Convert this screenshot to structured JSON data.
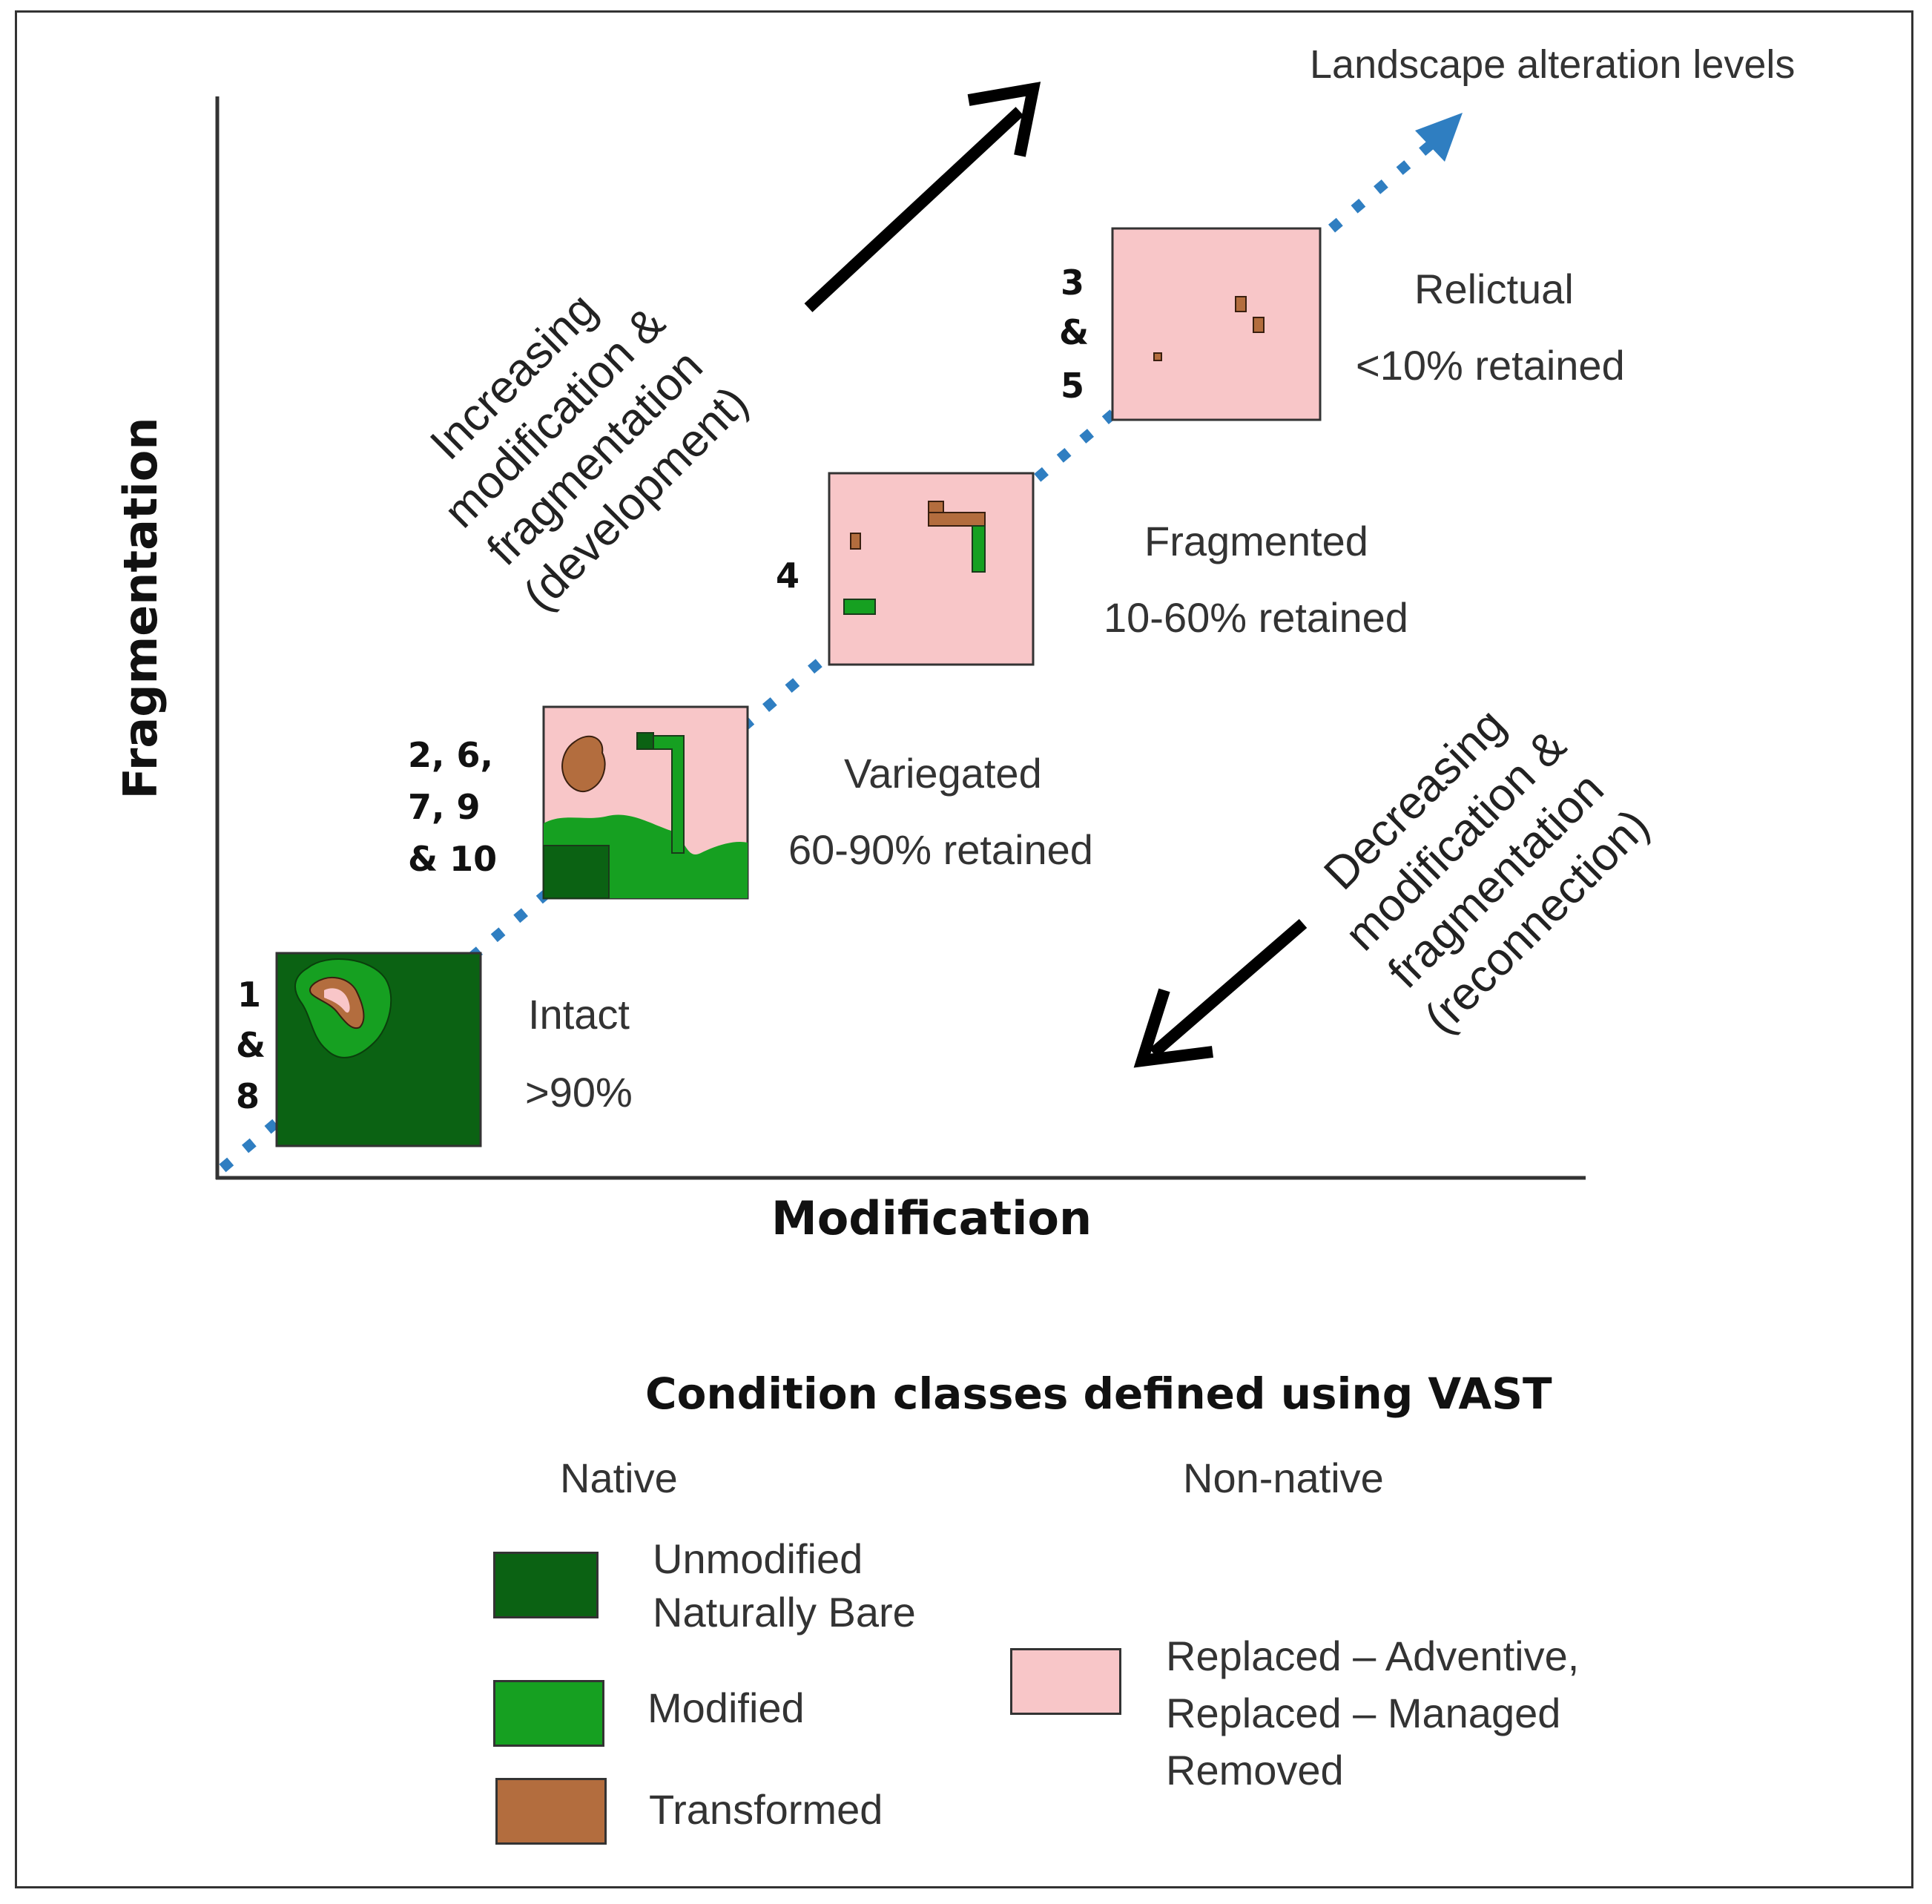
{
  "title": "Landscape alteration levels",
  "axes": {
    "x_label": "Modification",
    "y_label": "Fragmentation"
  },
  "arrows": {
    "increasing": [
      "Increasing",
      "modification &",
      "fragmentation",
      "(development)"
    ],
    "decreasing": [
      "Decreasing",
      "modification &",
      "fragmentation",
      "(reconnection)"
    ]
  },
  "levels": [
    {
      "name": "Intact",
      "retained": ">90%",
      "sites": [
        "1",
        "&",
        "8"
      ]
    },
    {
      "name": "Variegated",
      "retained": "60-90% retained",
      "sites": [
        "2, 6,",
        "7, 9",
        "& 10"
      ]
    },
    {
      "name": "Fragmented",
      "retained": "10-60% retained",
      "sites": [
        "4"
      ]
    },
    {
      "name": "Relictual",
      "retained": "<10% retained",
      "sites": [
        "3",
        "&",
        "5"
      ]
    }
  ],
  "legend": {
    "title": "Condition classes defined using VAST",
    "native_heading": "Native",
    "non_native_heading": "Non-native",
    "native_items": [
      {
        "lines": [
          "Unmodified",
          "Naturally  Bare"
        ],
        "color": "#0b6213"
      },
      {
        "lines": [
          "Modified"
        ],
        "color": "#16a021"
      },
      {
        "lines": [
          "Transformed"
        ],
        "color": "#b36d3e"
      }
    ],
    "non_native_items": [
      {
        "lines": [
          "Replaced – Adventive,",
          "Replaced – Managed",
          "Removed"
        ],
        "color": "#f8c6c8"
      }
    ]
  },
  "colors": {
    "unmodified": "#0b6213",
    "modified": "#16a021",
    "transformed": "#b36d3e",
    "non_native": "#f8c6c8",
    "trajectory": "#2f7ec1"
  }
}
